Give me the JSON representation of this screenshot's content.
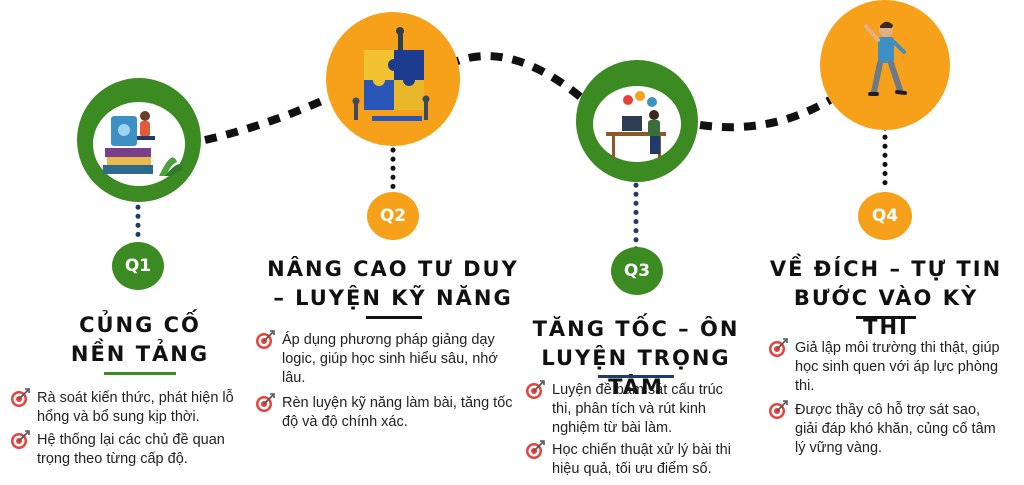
{
  "colors": {
    "green": "#3b8a22",
    "orange": "#f7a11a",
    "navy": "#1f3a6b",
    "connector": "#111111"
  },
  "stages": [
    {
      "badge": "Q1",
      "title": [
        "CỦNG CỐ",
        "NỀN TẢNG"
      ],
      "items": [
        [
          "Rà soát kiến thức, phát hiện lỗ",
          "hổng và bổ sung kịp thời."
        ],
        [
          " Hệ thống lại các chủ đề quan",
          "trọng theo từng cấp độ."
        ]
      ]
    },
    {
      "badge": "Q2",
      "title": [
        "NÂNG CAO TƯ DUY",
        "– LUYỆN KỸ NĂNG"
      ],
      "items": [
        [
          "Áp dụng phương pháp giảng dạy",
          "logic, giúp học sinh hiểu sâu, nhớ",
          "lâu."
        ],
        [
          "Rèn luyện kỹ năng làm bài, tăng tốc",
          "độ và độ chính xác."
        ]
      ]
    },
    {
      "badge": "Q3",
      "title": [
        "TĂNG TỐC – ÔN",
        "LUYỆN TRỌNG TÂM"
      ],
      "items": [
        [
          "Luyện đề bám sát cấu trúc",
          "thi, phân tích và rút kinh",
          "nghiệm từ bài làm."
        ],
        [
          " Học chiến thuật xử lý bài thi",
          "hiệu quả, tối ưu điểm số."
        ]
      ]
    },
    {
      "badge": "Q4",
      "title": [
        "VỀ ĐÍCH – TỰ TIN",
        "BƯỚC VÀO KỲ THI"
      ],
      "items": [
        [
          "Giả lập môi trường thi thật, giúp",
          "học sinh quen với áp lực phòng",
          "thi."
        ],
        [
          " Được thầy cô hỗ trợ sát sao,",
          "giải đáp khó khăn, củng cố tâm",
          "lý vững vàng."
        ]
      ]
    }
  ]
}
